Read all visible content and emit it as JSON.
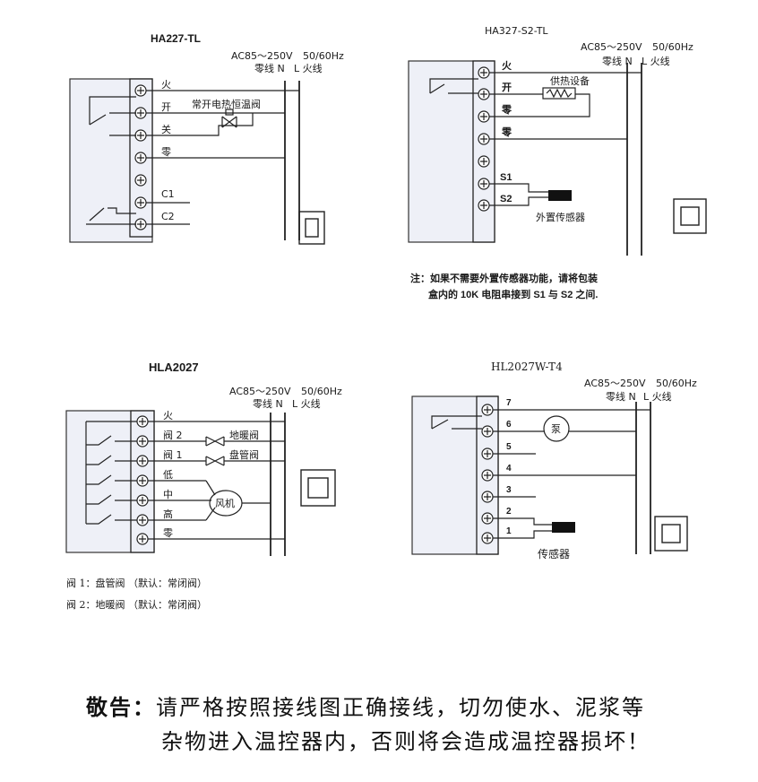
{
  "power": {
    "voltage": "AC85～250V",
    "frequency": "50/60Hz",
    "neutral": "零线 N",
    "live": "L 火线"
  },
  "d1": {
    "title": "HA227-TL",
    "terms": [
      "火",
      "开",
      "关",
      "零",
      "C1",
      "C2"
    ],
    "valve": "常开电热恒温阀"
  },
  "d2": {
    "title": "HA327-S2-TL",
    "terms": [
      "火",
      "开",
      "零",
      "零",
      "S1",
      "S2"
    ],
    "heater": "供热设备",
    "sensor": "外置传感器",
    "note1": "注：如果不需要外置传感器功能，请将包装",
    "note2": "盒内的 10K 电阻串接到 S1 与 S2 之间."
  },
  "d3": {
    "title": "HLA2027",
    "terms": [
      "火",
      "阀 2",
      "阀 1",
      "低",
      "中",
      "高",
      "零"
    ],
    "valve2": "地暖阀",
    "valve1": "盘管阀",
    "fan": "风机",
    "note1": "阀 1：盘管阀 （默认：常闭阀）",
    "note2": "阀 2：地暖阀 （默认：常闭阀）"
  },
  "d4": {
    "title": "HL2027W-T4",
    "terms": [
      "7",
      "6",
      "5",
      "4",
      "3",
      "2",
      "1"
    ],
    "pump": "泵",
    "sensor": "传感器"
  },
  "warning": {
    "lead": "敬告：",
    "line1": "请严格按照接线图正确接线，切勿使水、泥浆等",
    "line2": "杂物进入温控器内，否则将会造成温控器损坏！"
  }
}
